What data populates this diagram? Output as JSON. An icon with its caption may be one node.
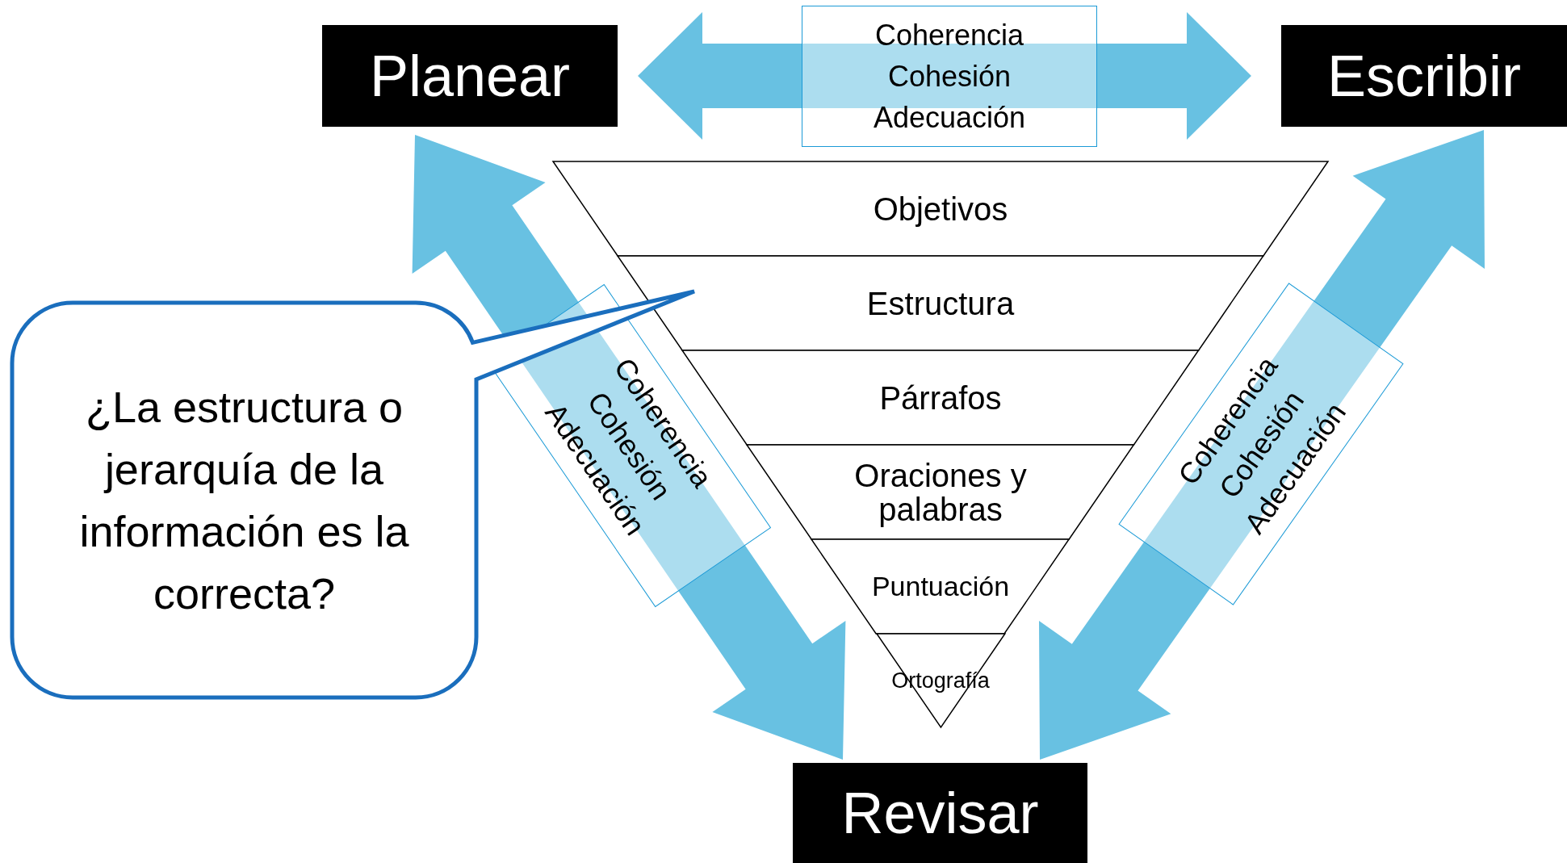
{
  "diagram": {
    "nodes": [
      {
        "text": [
          "Planear"
        ]
      },
      {
        "text": [
          "Escribir"
        ]
      },
      {
        "text": [
          "Objetivos"
        ]
      },
      {
        "text": [
          "Estructura"
        ]
      },
      {
        "text": [
          "Párrafos"
        ]
      },
      {
        "text": [
          "Oraciones y palabras"
        ]
      },
      {
        "text": [
          "Puntuación"
        ]
      },
      {
        "text": [
          "Ortografía"
        ]
      },
      {
        "text": [
          "¿La estructura o jerarquía de la información es la correcta?"
        ]
      },
      {
        "text": [
          "Revisar"
        ]
      }
    ],
    "edges": [
      {
        "from": 0,
        "to": 1,
        "arrow": "both",
        "label": "Coherencia Cohesión Adecuación"
      },
      {
        "from": 0,
        "to": 9,
        "arrow": "both",
        "label": "Coherencia Cohesión Adecuación"
      },
      {
        "from": 1,
        "to": 9,
        "arrow": "both",
        "label": "Coherencia Cohesión Adecuación"
      }
    ]
  }
}
